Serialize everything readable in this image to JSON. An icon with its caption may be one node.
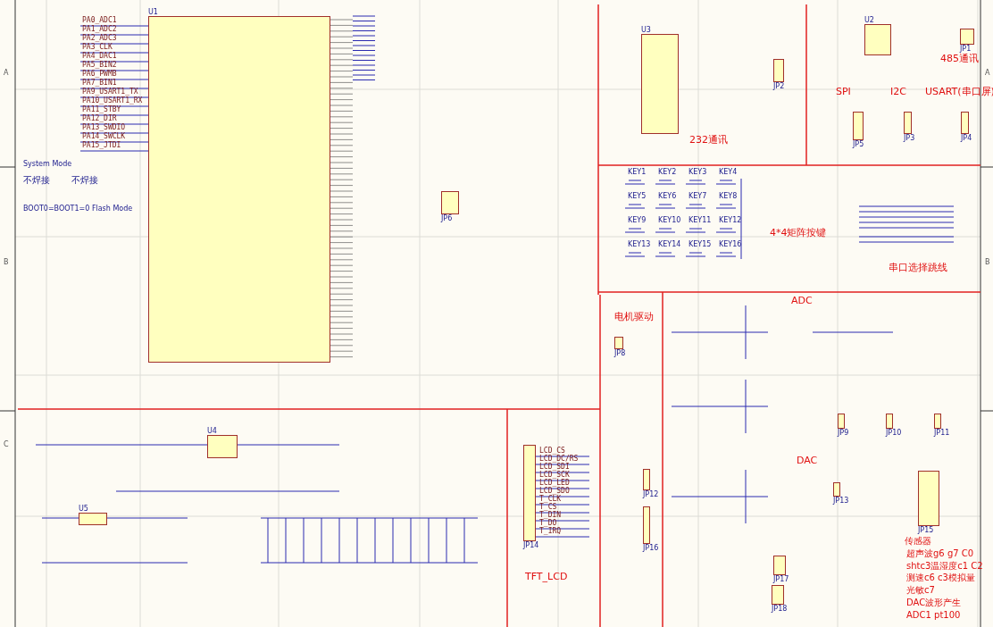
{
  "diagram": {
    "nodes": [
      {
        "text": [
          "U1"
        ]
      },
      {
        "text": [
          "U3"
        ]
      },
      {
        "text": [
          "U2"
        ]
      },
      {
        "text": [
          "JP1"
        ]
      },
      {
        "text": [
          "JP2"
        ]
      },
      {
        "text": [
          "JP5"
        ]
      },
      {
        "text": [
          "JP3"
        ]
      },
      {
        "text": [
          "JP4"
        ]
      },
      {
        "text": [
          "JP6"
        ]
      },
      {
        "text": [
          "JP8"
        ]
      },
      {
        "text": [
          "JP14"
        ]
      },
      {
        "text": [
          "JP12"
        ]
      },
      {
        "text": [
          "JP16"
        ]
      },
      {
        "text": [
          "JP9"
        ]
      },
      {
        "text": [
          "JP10"
        ]
      },
      {
        "text": [
          "JP11"
        ]
      },
      {
        "text": [
          "JP13"
        ]
      },
      {
        "text": [
          "JP15"
        ]
      },
      {
        "text": [
          "JP17"
        ]
      },
      {
        "text": [
          "JP18"
        ]
      },
      {
        "text": [
          "U4"
        ]
      },
      {
        "text": [
          "U5"
        ]
      }
    ],
    "labels": [
      "A",
      "B",
      "C",
      "A",
      "B",
      "System Mode",
      "不焊接",
      "不焊接",
      "BOOT0=BOOT1=0 Flash Mode",
      "PA0_ADC1",
      "PA1_ADC2",
      "PA2_ADC3",
      "PA3_CLK",
      "PA4_DAC1",
      "PA5_BIN2",
      "PA6_PWMB",
      "PA7_BIN1",
      "PA9_USART1_TX",
      "PA10_USART1_RX",
      "PA11_STBY",
      "PA12_DIR",
      "PA13_SWDIO",
      "PA14_SWCLK",
      "PA15_JTDI",
      "232通讯",
      "485通讯",
      "SPI",
      "I2C",
      "USART(串口屏)",
      "KEY1",
      "KEY2",
      "KEY3",
      "KEY4",
      "KEY5",
      "KEY6",
      "KEY7",
      "KEY8",
      "KEY9",
      "KEY10",
      "KEY11",
      "KEY12",
      "KEY13",
      "KEY14",
      "KEY15",
      "KEY16",
      "4*4矩阵按键",
      "串口选择跳线",
      "ADC",
      "电机驱动",
      "DAC",
      "TFT_LCD",
      "LCD_CS",
      "LCD_DC/RS",
      "LCD_SDI",
      "LCD_SCK",
      "LCD_LED",
      "LCD_SDO",
      "T_CLK",
      "T_CS",
      "T_DIN",
      "T_DO",
      "T_IRQ",
      "传感器",
      "超声波g6 g7 C0",
      "shtc3温湿度c1 C2",
      "测速c6 c3模拟量",
      "光敏c7",
      "DAC波形产生",
      "ADC1 pt100"
    ]
  }
}
